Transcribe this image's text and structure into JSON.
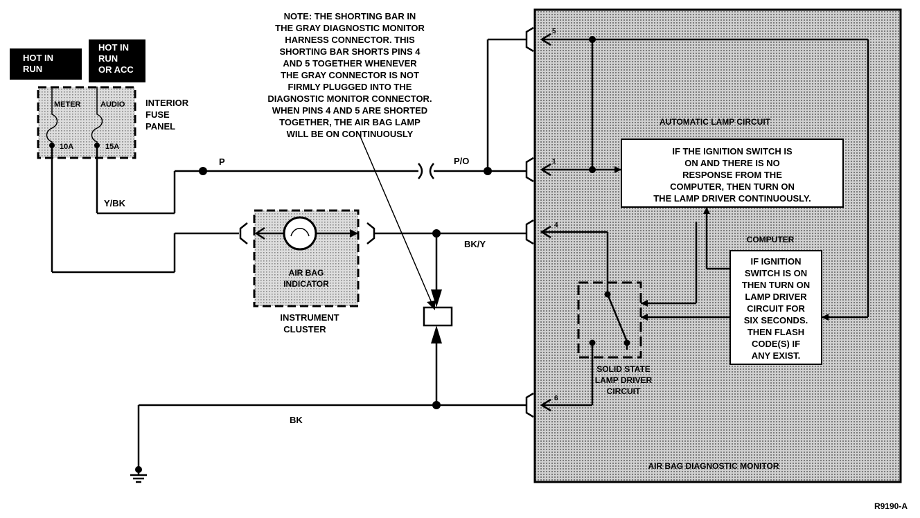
{
  "power_labels": {
    "hot_in_run": [
      "HOT IN",
      "RUN"
    ],
    "hot_in_run_acc": [
      "HOT IN",
      "RUN",
      "OR ACC"
    ]
  },
  "fuse_panel": {
    "label": [
      "INTERIOR",
      "FUSE",
      "PANEL"
    ],
    "fuse1_name": "METER",
    "fuse1_rating": "10A",
    "fuse2_name": "AUDIO",
    "fuse2_rating": "15A"
  },
  "note": [
    "NOTE: THE SHORTING BAR IN",
    "THE GRAY DIAGNOSTIC MONITOR",
    "HARNESS CONNECTOR. THIS",
    "SHORTING BAR SHORTS PINS 4",
    "AND 5 TOGETHER WHENEVER",
    "THE GRAY CONNECTOR IS NOT",
    "FIRMLY PLUGGED INTO THE",
    "DIAGNOSTIC MONITOR CONNECTOR.",
    "WHEN PINS 4 AND 5 ARE SHORTED",
    "TOGETHER, THE AIR BAG LAMP",
    "WILL BE ON CONTINUOUSLY"
  ],
  "wire_labels": {
    "p": "P",
    "y_bk": "Y/BK",
    "p_o": "P/O",
    "bk_y": "BK/Y",
    "bk": "BK"
  },
  "instrument_cluster": {
    "indicator": [
      "AIR BAG",
      "INDICATOR"
    ],
    "label": [
      "INSTRUMENT",
      "CLUSTER"
    ]
  },
  "monitor": {
    "title": "AIR BAG DIAGNOSTIC MONITOR",
    "lamp_circuit": "AUTOMATIC LAMP CIRCUIT",
    "computer": "COMPUTER",
    "ignition_box": [
      "IF THE IGNITION SWITCH IS",
      "ON AND THERE IS NO",
      "RESPONSE FROM THE",
      "COMPUTER, THEN TURN ON",
      "THE LAMP DRIVER CONTINUOUSLY."
    ],
    "computer_box": [
      "IF IGNITION",
      "SWITCH IS ON",
      "THEN TURN ON",
      "LAMP DRIVER",
      "CIRCUIT FOR",
      "SIX SECONDS.",
      "THEN FLASH",
      "CODE(S) IF",
      "ANY EXIST."
    ],
    "lamp_driver": [
      "SOLID STATE",
      "LAMP DRIVER",
      "CIRCUIT"
    ],
    "pins": [
      "5",
      "1",
      "4",
      "6"
    ]
  },
  "figure_id": "R9190-A"
}
